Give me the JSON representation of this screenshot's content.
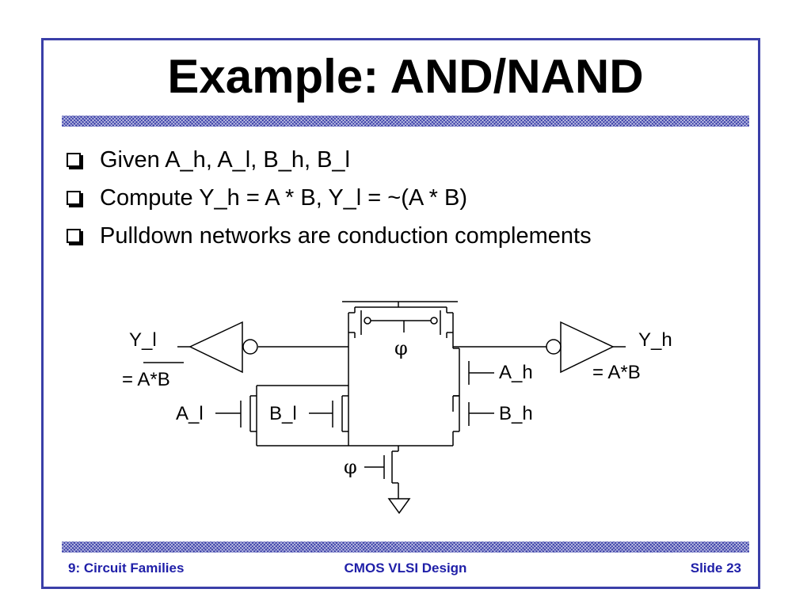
{
  "slide": {
    "title": "Example: AND/NAND",
    "bullets": [
      "Given A_h, A_l, B_h, B_l",
      "Compute Y_h = A * B, Y_l = ~(A * B)",
      "Pulldown networks are conduction complements"
    ],
    "footer": {
      "left": "9: Circuit Families",
      "center": "CMOS VLSI Design",
      "right": "Slide 23"
    },
    "accent_color": "#3a3fa8"
  },
  "diagram": {
    "labels": {
      "y_l": "Y_l",
      "y_l_expr_prefix": "= ",
      "y_l_expr": "A*B",
      "y_h": "Y_h",
      "y_h_expr": "= A*B",
      "phi_top": "φ",
      "phi_bottom": "φ",
      "a_h": "A_h",
      "b_h": "B_h",
      "a_l": "A_l",
      "b_l": "B_l"
    },
    "icons": [
      "ground-icon",
      "inverter-icon",
      "pmos-icon",
      "nmos-icon"
    ]
  }
}
